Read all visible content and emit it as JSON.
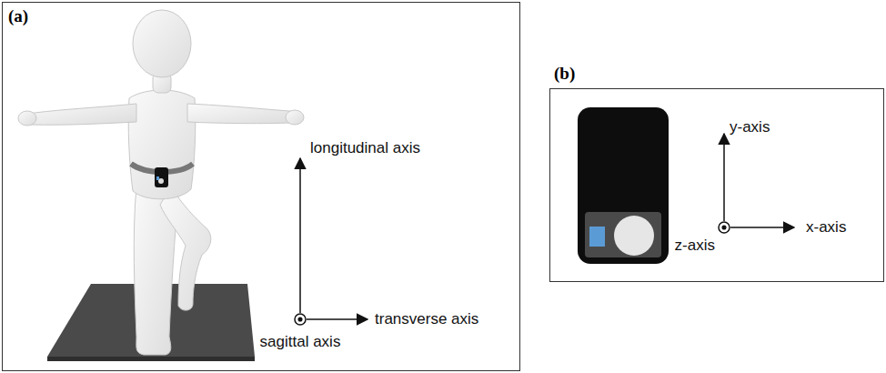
{
  "diagram": {
    "nodes": [
      {
        "text": [
          "(a)"
        ]
      },
      {
        "text": [
          "(b)"
        ]
      }
    ],
    "labels": [
      "longitudinal axis",
      "sagittal axis",
      "transverse axis",
      "y-axis",
      "z-axis",
      "x-axis"
    ]
  }
}
